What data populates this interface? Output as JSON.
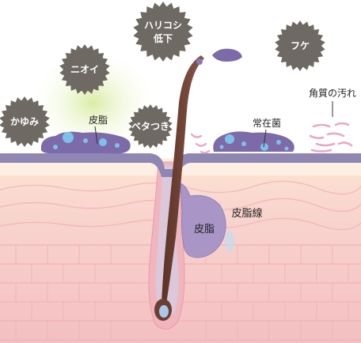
{
  "badges": {
    "kayumi": "かゆみ",
    "nioi": "ニオイ",
    "harikoshi_line1": "ハリコシ",
    "harikoshi_line2": "低下",
    "betatsuki": "ベタつき",
    "fuke": "フケ"
  },
  "labels": {
    "sebum_surface": "皮脂",
    "resident_bacteria": "常在菌",
    "keratin_dirt": "角質の汚れ",
    "sebaceous_gland": "皮脂線",
    "sebum_gland_inner": "皮脂"
  },
  "colors": {
    "badge": "#6e6a63",
    "sebum": "#7d6aa8",
    "sebum_dot": "#7fc0ea",
    "skin_line": "#8f86b3",
    "skin_pink": "#f6c9c6",
    "hair": "#6b3f32",
    "flake": "#e7a9c0"
  }
}
